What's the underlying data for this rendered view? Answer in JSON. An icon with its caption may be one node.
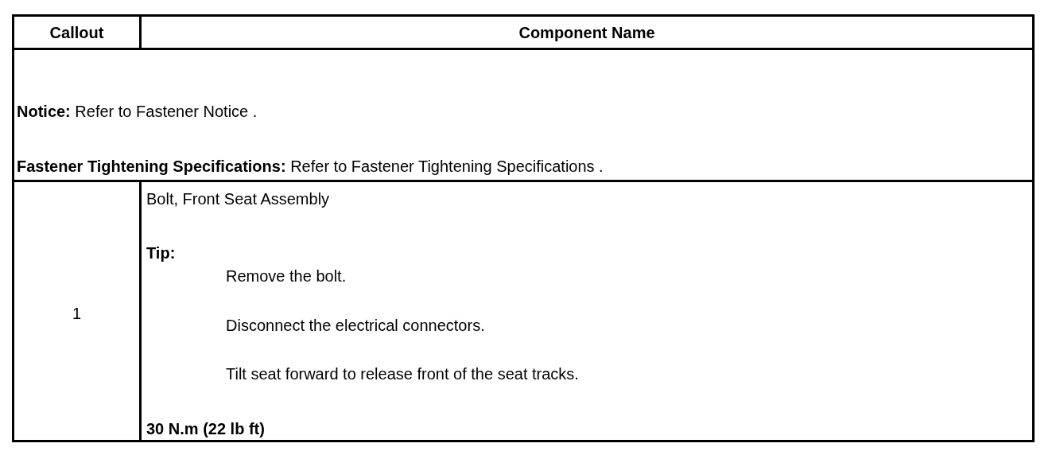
{
  "diagram": {
    "labels": [
      "Callout",
      "Component Name",
      "**Notice:** Refer to Fastener Notice .",
      "**Fastener Tightening Specifications:** Refer to Fastener Tightening Specifications .",
      "1",
      "Bolt, Front Seat Assembly",
      "Tip:",
      "Remove the bolt.",
      "Disconnect the electrical connectors.",
      "Tilt seat forward to release front of the seat tracks.",
      "30 N.m (22 lb ft)"
    ]
  }
}
